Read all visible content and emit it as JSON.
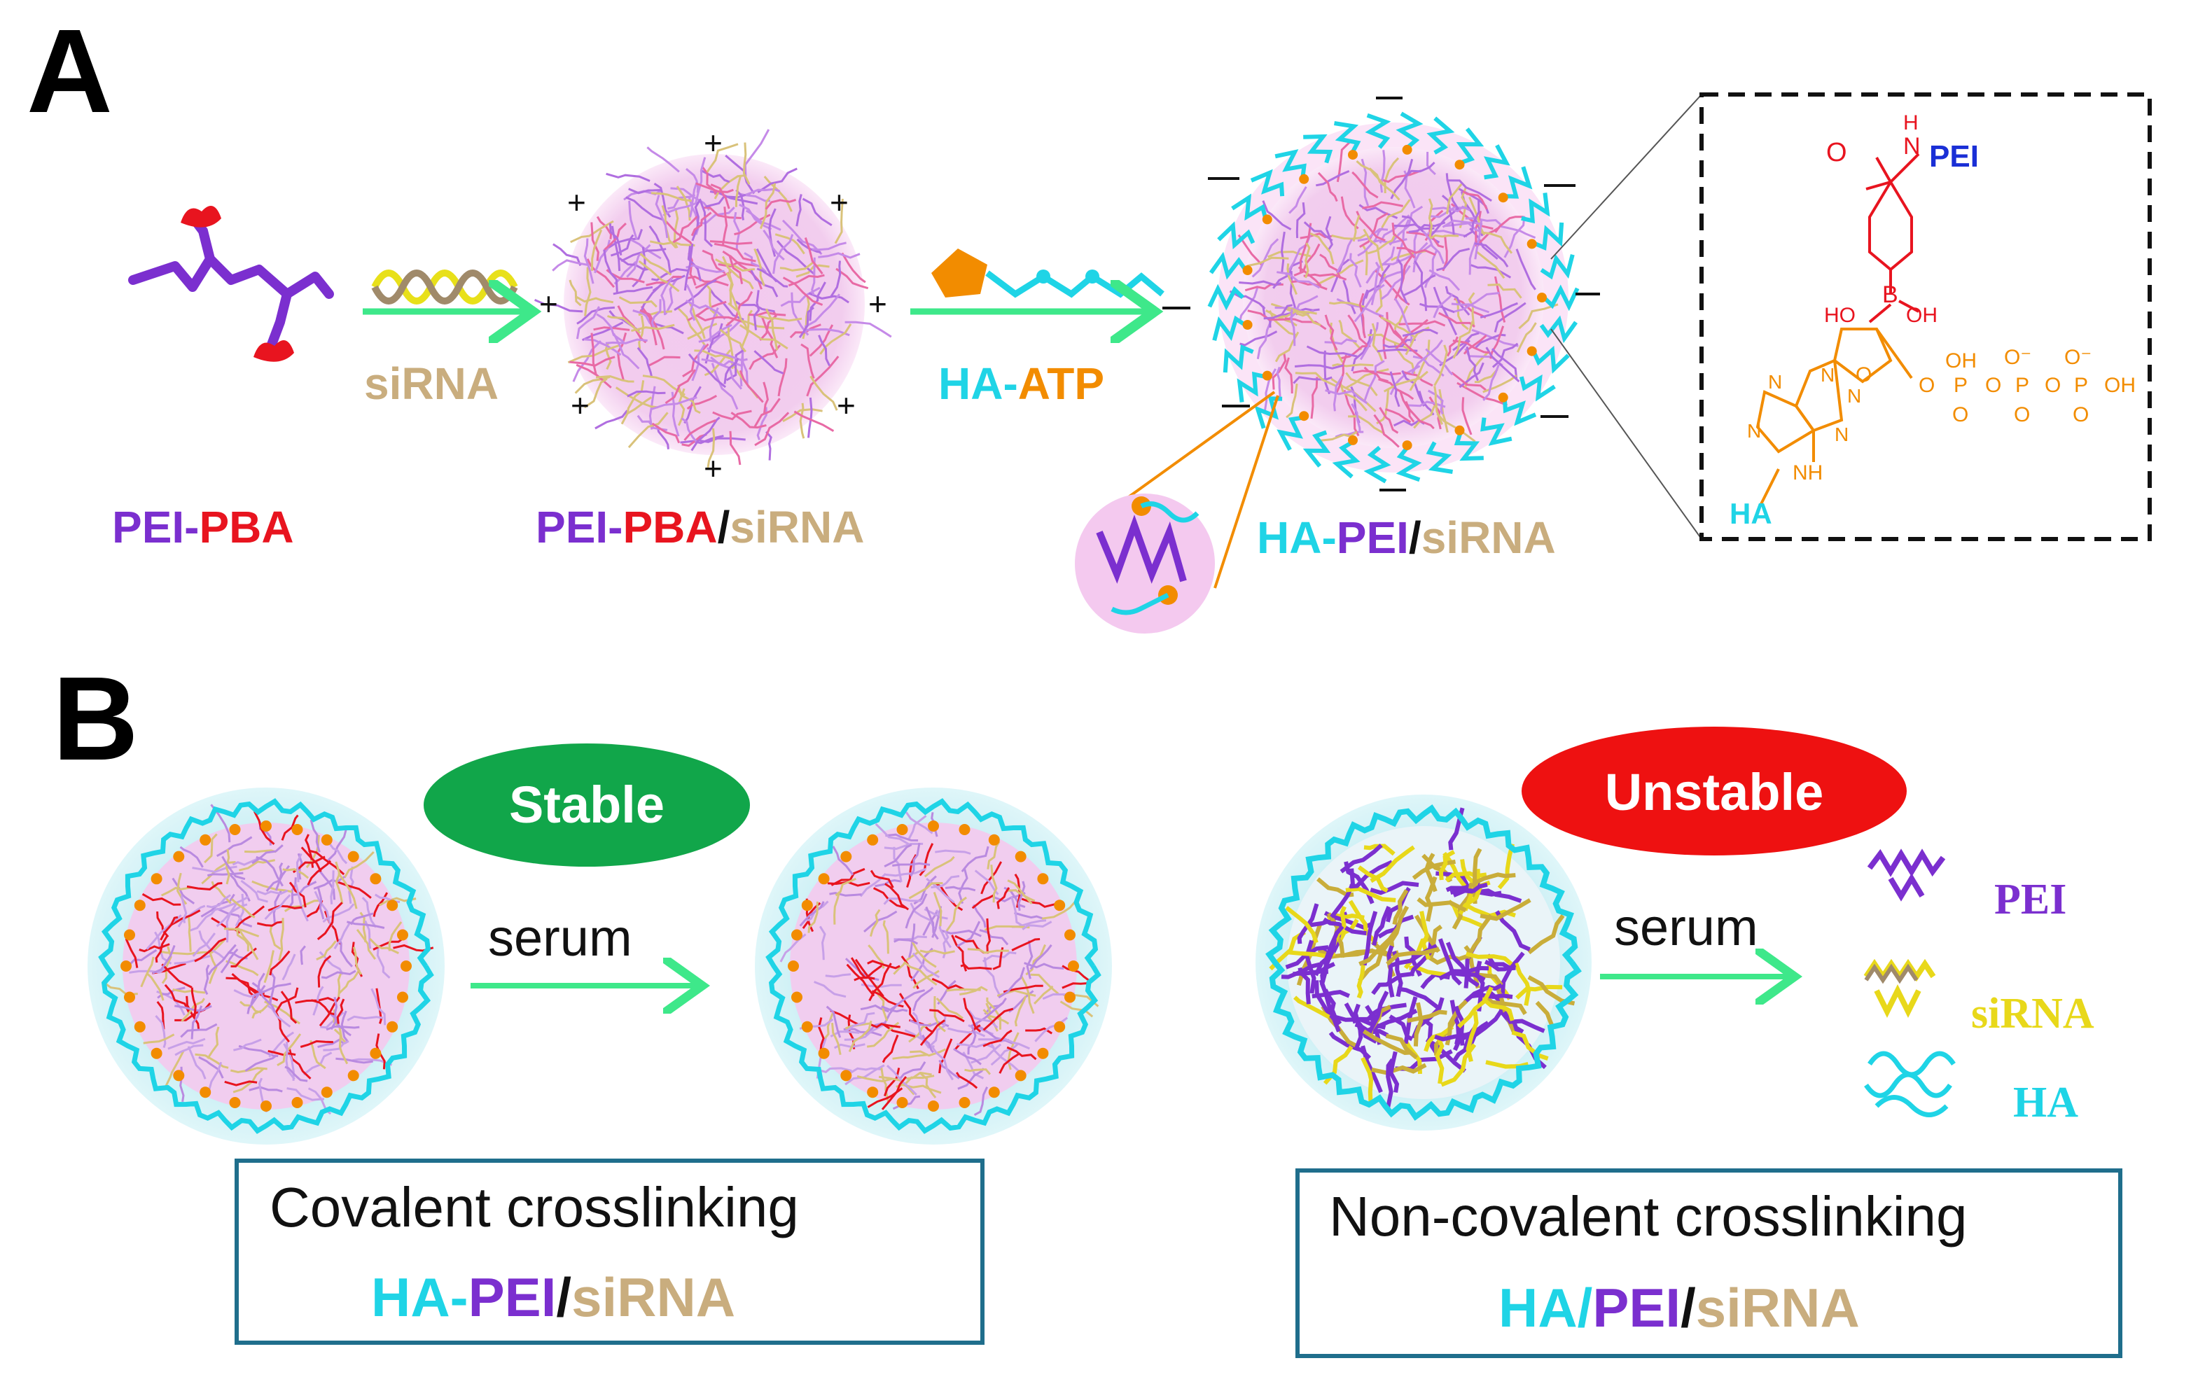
{
  "panel_a": {
    "label": "A",
    "pei_pba_label": [
      "PEI",
      "-",
      "PBA"
    ],
    "sirna_arrow_label": "siRNA",
    "pei_pba_sirna_label": [
      "PEI",
      "-",
      "PBA",
      "/",
      "siRNA"
    ],
    "ha_atp_arrow_label": [
      "HA",
      "-",
      "ATP"
    ],
    "ha_pei_sirna_label": [
      "HA",
      "-",
      "PEI",
      "/",
      "siRNA"
    ],
    "charges": {
      "positive": "+",
      "negative": "—"
    },
    "structure": {
      "pei": "PEI",
      "ha": "HA",
      "atoms": {
        "o": "O",
        "h": "H",
        "n": "N",
        "b": "B",
        "ho": "HO",
        "oh": "OH",
        "nh": "NH",
        "p": "P",
        "o_minus": "O⁻"
      }
    }
  },
  "panel_b": {
    "label": "B",
    "stable_badge": "Stable",
    "unstable_badge": "Unstable",
    "serum_label": "serum",
    "covalent_box": {
      "title": "Covalent crosslinking",
      "formula": [
        "HA",
        "-",
        "PEI",
        "/",
        "siRNA"
      ]
    },
    "noncovalent_box": {
      "title": "Non-covalent crosslinking",
      "formula": [
        "HA",
        "/",
        "PEI",
        "/",
        "siRNA"
      ]
    },
    "legend": [
      "PEI",
      "siRNA",
      "HA"
    ]
  },
  "colors": {
    "pei": "#7b2fcf",
    "pba": "#e8141f",
    "sirna": "#c9ad7e",
    "ha": "#1fd4e6",
    "atp": "#f28c00",
    "arrow": "#3ee88a",
    "stable": "#11a64a",
    "unstable": "#ee1111",
    "box_border": "#1f6e8c",
    "legend_sirna": "#e8d81a"
  }
}
